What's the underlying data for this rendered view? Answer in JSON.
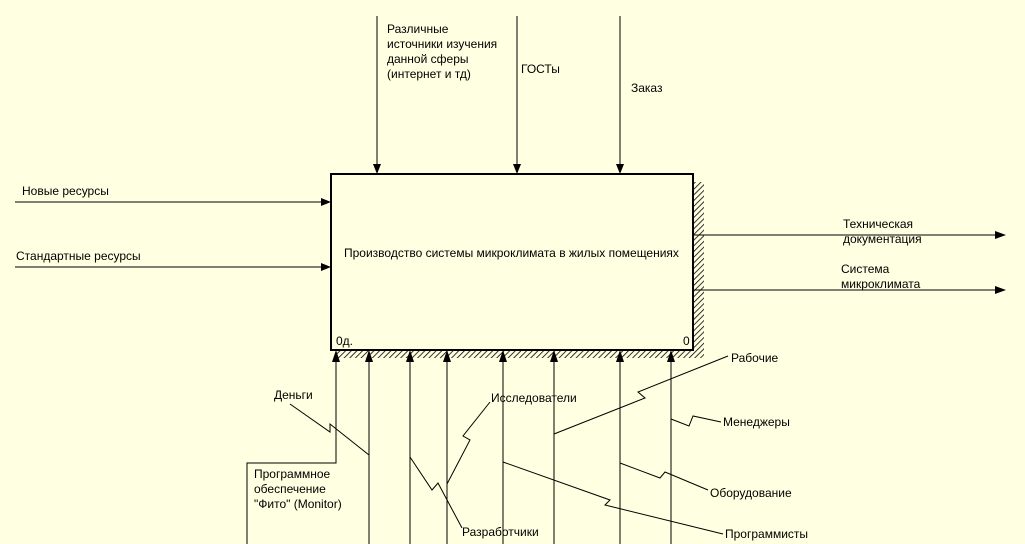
{
  "colors": {
    "background": "#FFFFE1",
    "line": "#000000"
  },
  "activity": {
    "label": "Производство системы микроклимата в жилых помещениях",
    "cost": "0д.",
    "number": "0"
  },
  "controls": [
    {
      "label_lines": [
        "Различные",
        "источники изучения",
        "данной сферы",
        "(интернет и тд)"
      ]
    },
    {
      "label_lines": [
        "ГОСТы"
      ]
    },
    {
      "label_lines": [
        "Заказ"
      ]
    }
  ],
  "inputs": [
    {
      "label": "Новые ресурсы"
    },
    {
      "label": "Стандартные ресурсы"
    }
  ],
  "outputs": [
    {
      "label_lines": [
        "Техническая",
        "документация"
      ]
    },
    {
      "label_lines": [
        "Система",
        "микроклимата"
      ]
    }
  ],
  "mechanisms": [
    {
      "label": "Деньги"
    },
    {
      "label_lines": [
        "Программное",
        "обеспечение",
        "\"Фито\" (Monitor)"
      ]
    },
    {
      "label": "Исследователи"
    },
    {
      "label": "Разработчики"
    },
    {
      "label": "Рабочие"
    },
    {
      "label": "Менеджеры"
    },
    {
      "label": "Оборудование"
    },
    {
      "label": "Программисты"
    }
  ]
}
